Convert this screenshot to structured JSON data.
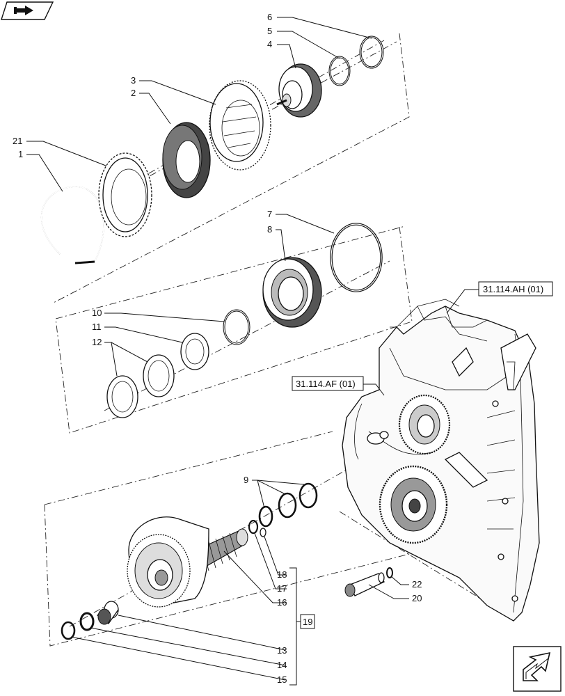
{
  "refs": {
    "ah": "31.114.AH (01)",
    "af": "31.114.AF (01)",
    "kit": "19"
  },
  "callouts": [
    "1",
    "2",
    "3",
    "4",
    "5",
    "6",
    "7",
    "8",
    "9",
    "10",
    "11",
    "12",
    "13",
    "14",
    "15",
    "16",
    "17",
    "18",
    "20",
    "21",
    "22"
  ],
  "icons": {
    "top_left": "book-arrow-icon",
    "bottom_right": "next-page-arrow-icon"
  }
}
